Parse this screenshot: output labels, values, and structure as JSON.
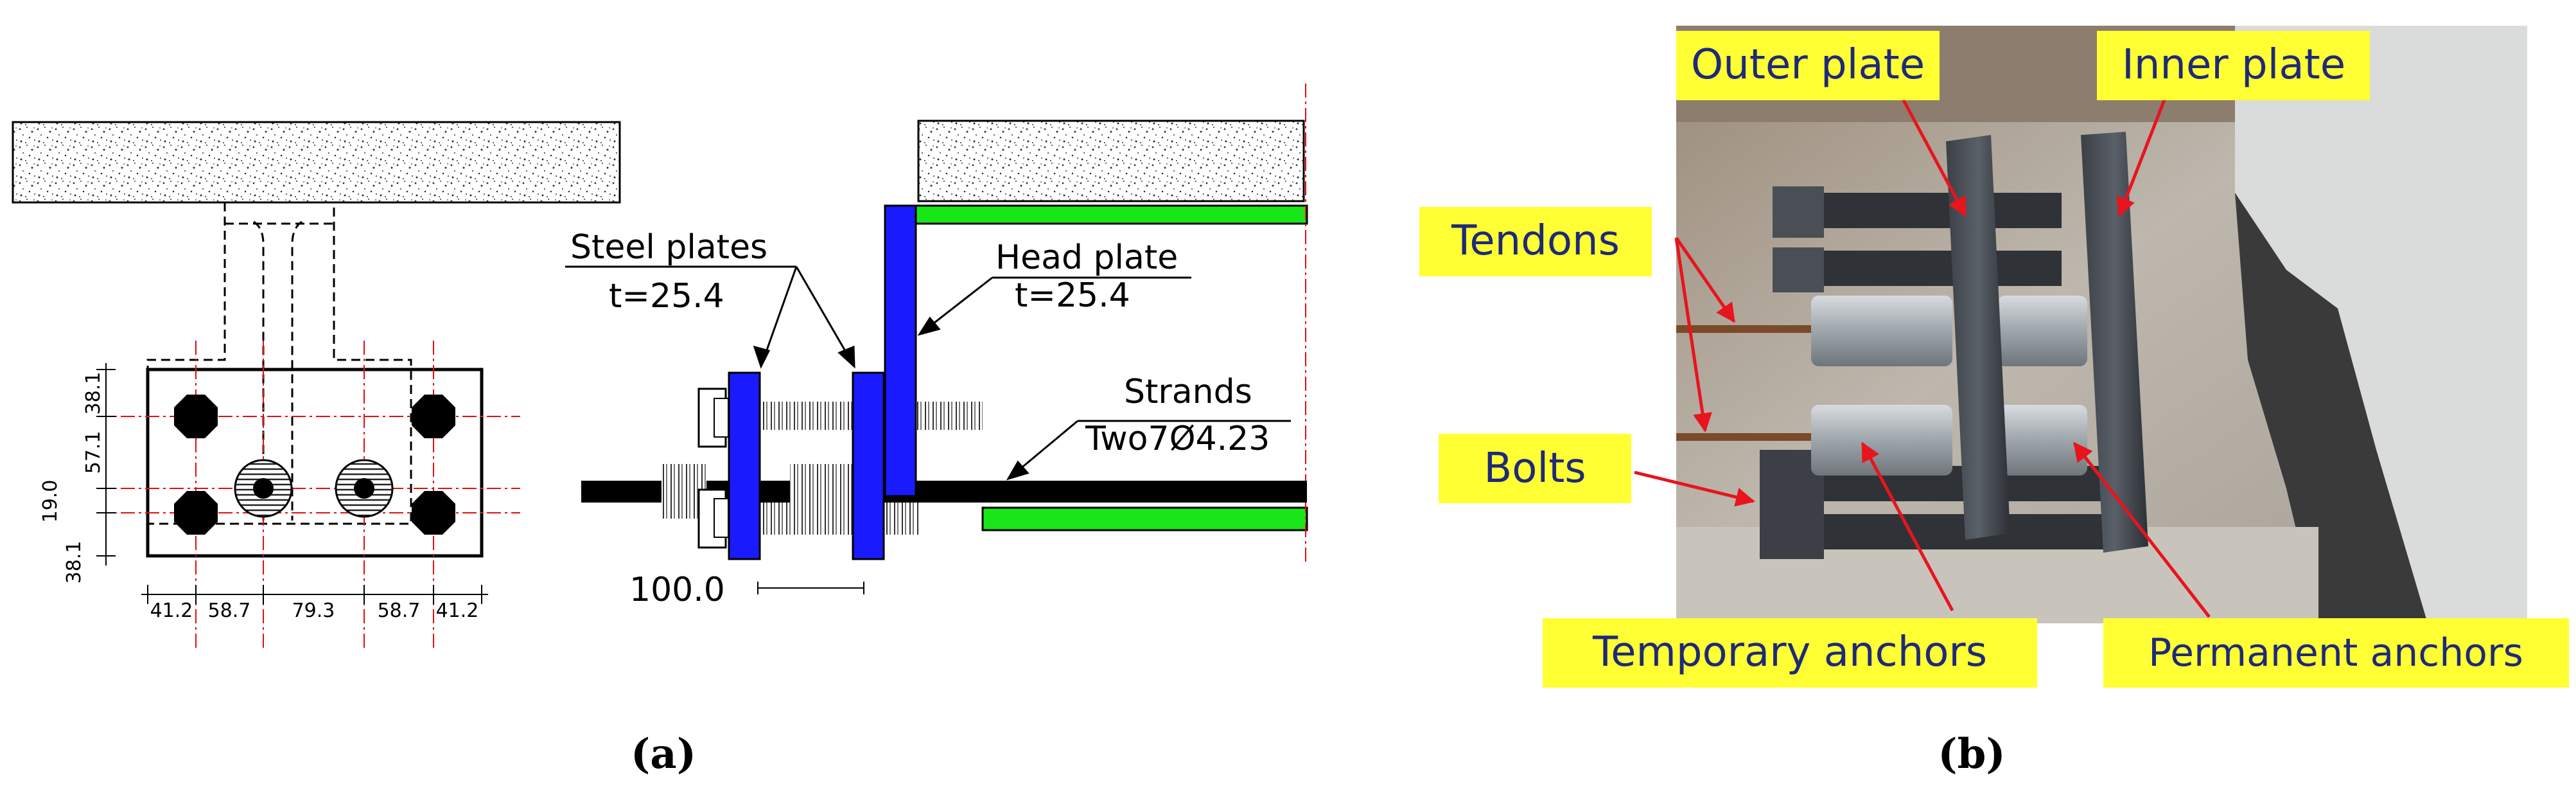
{
  "panel_a": {
    "caption": "(a)",
    "dims_horizontal": [
      "41.2",
      "58.7",
      "79.3",
      "58.7",
      "41.2"
    ],
    "dims_vertical": [
      "38.1",
      "57.1",
      "19.0",
      "38.1"
    ],
    "labels": {
      "steel_plates": "Steel plates",
      "steel_plates_t": "t=25.4",
      "head_plate": "Head plate",
      "head_plate_t": "t=25.4",
      "strands": "Strands",
      "strands_spec": "Two7Ø4.23",
      "spacing": "100.0"
    }
  },
  "panel_b": {
    "caption": "(b)",
    "labels": {
      "outer_plate": "Outer plate",
      "inner_plate": "Inner plate",
      "tendons": "Tendons",
      "bolts": "Bolts",
      "temporary_anchors": "Temporary anchors",
      "permanent_anchors": "Permanent anchors"
    }
  },
  "colors": {
    "plate_blue": "#1a1aff",
    "duct_green": "#19e619",
    "centerline_red": "#e01010",
    "tag_yellow": "#ffff33",
    "arrow_red": "#e8141e"
  }
}
